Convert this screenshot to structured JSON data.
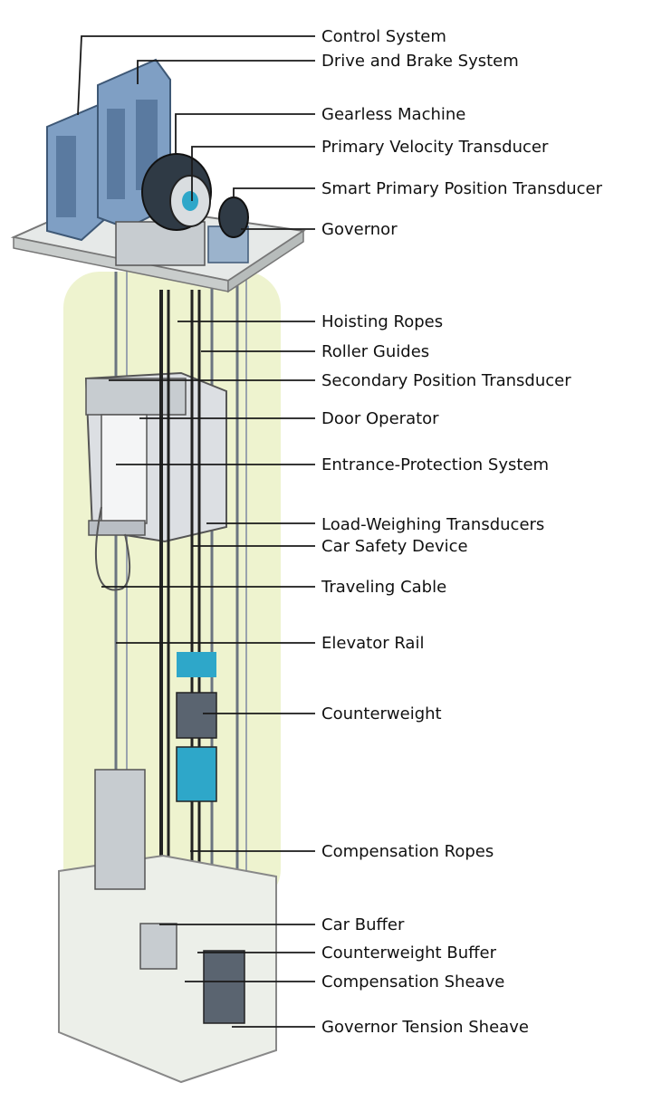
{
  "colors": {
    "shaft_glow": "#eef3cf",
    "slab": "#e6e9e8",
    "cabinet": "#7f9fc4",
    "machine_dark": "#2f3a45",
    "accent_cyan": "#2ea7c9",
    "pit": "#ecefe9",
    "line": "#1a1a1a"
  },
  "labels": {
    "control_system": "Control System",
    "drive_brake_system": "Drive and Brake System",
    "gearless_machine": "Gearless Machine",
    "primary_velocity_transducer": "Primary Velocity Transducer",
    "smart_primary_position_transducer": "Smart Primary Position Transducer",
    "governor": "Governor",
    "hoisting_ropes": "Hoisting Ropes",
    "roller_guides": "Roller Guides",
    "secondary_position_transducer": "Secondary Position Transducer",
    "door_operator": "Door Operator",
    "entrance_protection_system": "Entrance-Protection System",
    "load_weighing_transducers": "Load-Weighing Transducers",
    "car_safety_device": "Car Safety Device",
    "traveling_cable": "Traveling Cable",
    "elevator_rail": "Elevator Rail",
    "counterweight": "Counterweight",
    "compensation_ropes": "Compensation Ropes",
    "car_buffer": "Car Buffer",
    "counterweight_buffer": "Counterweight Buffer",
    "compensation_sheave": "Compensation Sheave",
    "governor_tension_sheave": "Governor Tension Sheave"
  }
}
